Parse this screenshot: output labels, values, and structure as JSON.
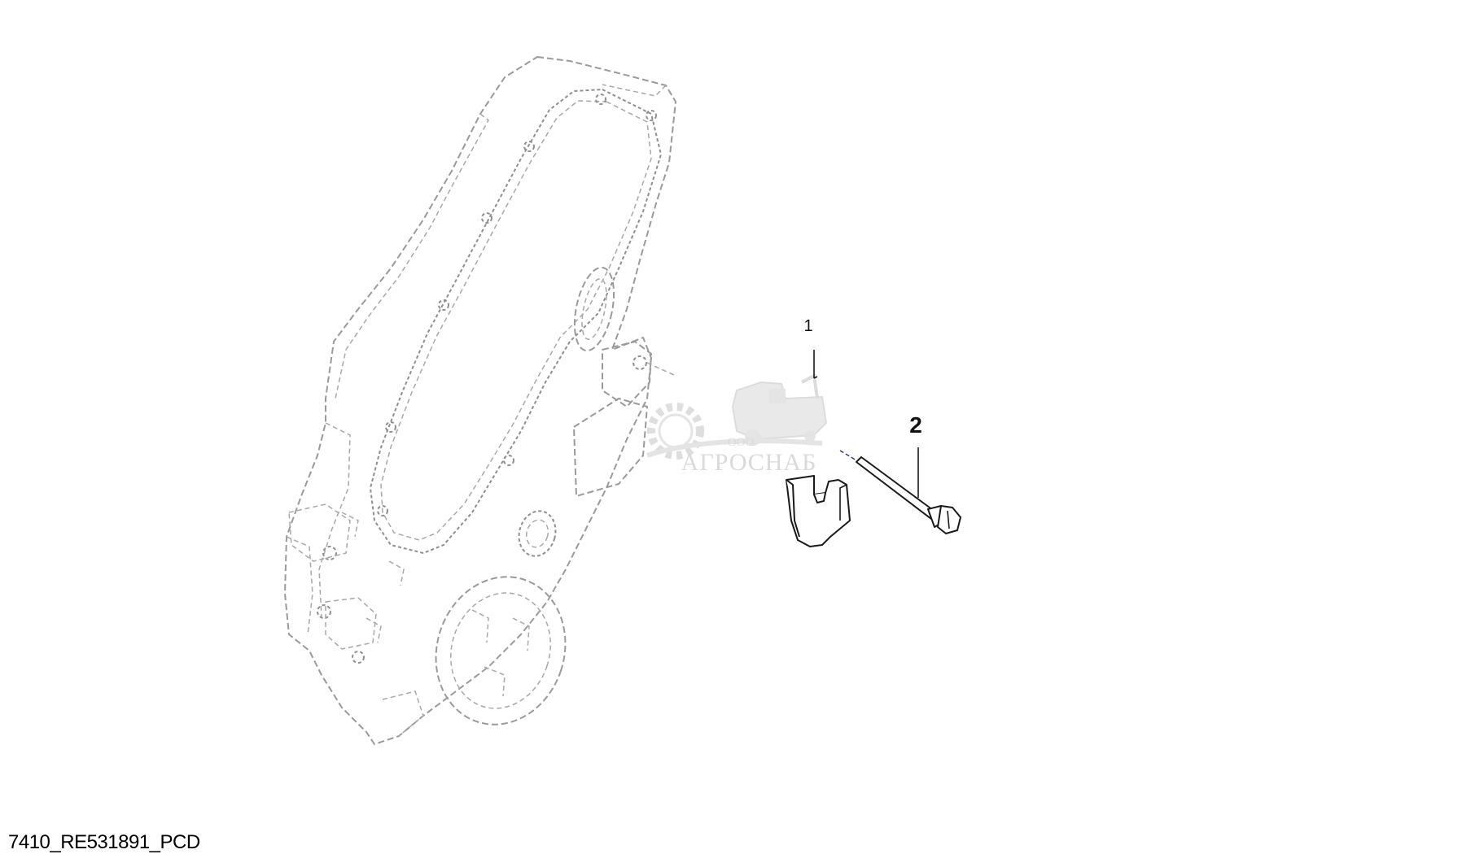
{
  "callouts": [
    {
      "number": "1",
      "part": "bracket"
    },
    {
      "number": "2",
      "part": "flange-bolt"
    }
  ],
  "watermark": {
    "company_prefix": "ООО",
    "company_name": "АГРОСНАБ"
  },
  "figure_id": "7410_RE531891_PCD"
}
